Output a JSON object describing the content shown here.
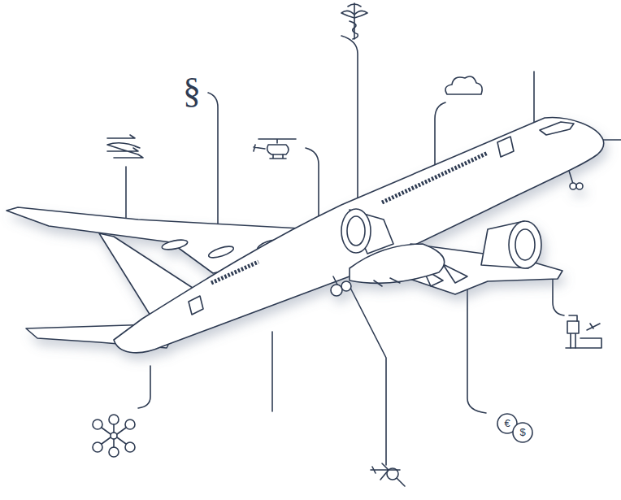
{
  "diagram": {
    "labels": [
      "§",
      "€",
      "$"
    ]
  }
}
